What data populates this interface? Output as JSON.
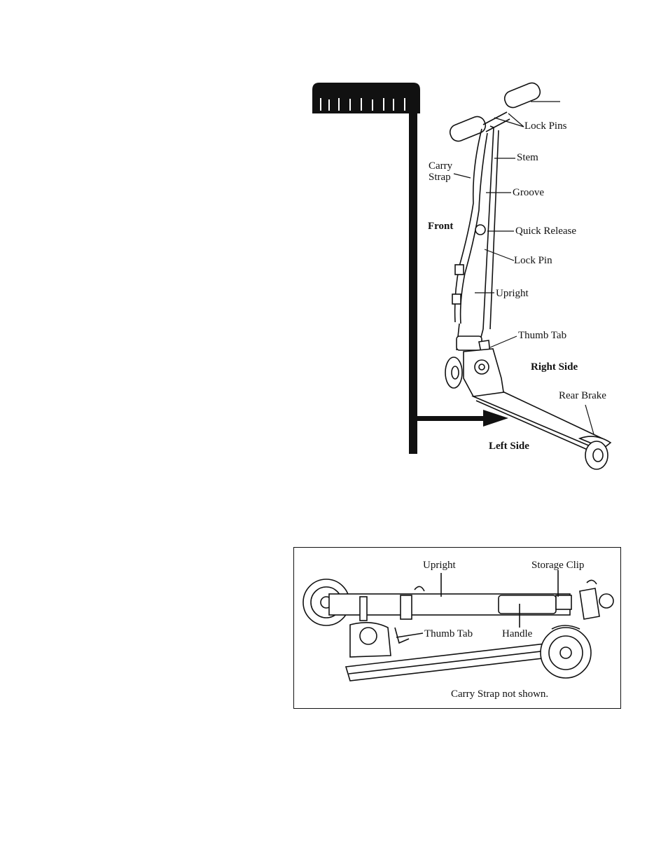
{
  "top_figure": {
    "labels": {
      "lock_pins": "Lock Pins",
      "stem": "Stem",
      "carry_strap": "Carry\nStrap",
      "groove": "Groove",
      "front": "Front",
      "quick_release": "Quick Release",
      "lock_pin": "Lock Pin",
      "upright": "Upright",
      "thumb_tab": "Thumb Tab",
      "right_side": "Right Side",
      "rear_brake": "Rear Brake",
      "left_side": "Left Side"
    }
  },
  "bottom_figure": {
    "labels": {
      "upright": "Upright",
      "storage_clip": "Storage Clip",
      "thumb_tab": "Thumb Tab",
      "handle": "Handle",
      "caption": "Carry Strap not shown."
    }
  }
}
